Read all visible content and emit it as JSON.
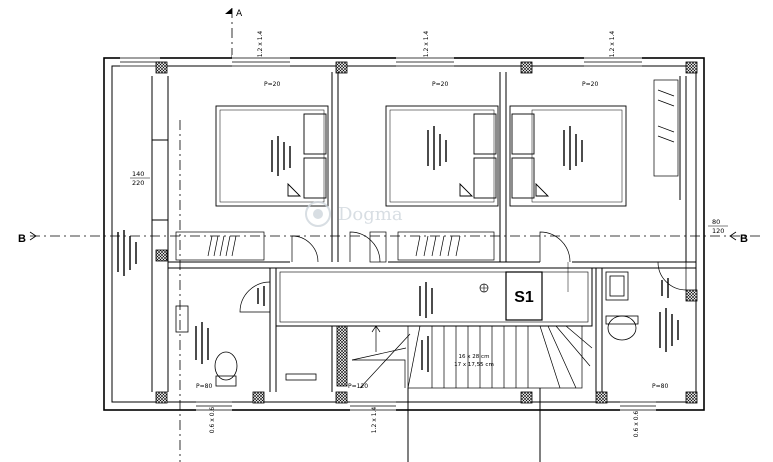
{
  "plan": {
    "section_a": "A",
    "section_b_left": "B",
    "section_b_right": "B",
    "window_top_1": "1.2 x 1.4",
    "window_top_2": "1.2 x 1.4",
    "window_top_3": "1.2 x 1.4",
    "window_bottom_1": "0.6 x 0.6",
    "window_bottom_2": "1.2 x 1.4",
    "window_bottom_3": "0.6 x 0.6",
    "parapet_1": "P=20",
    "parapet_2": "P=20",
    "parapet_3": "P=20",
    "parapet_4": "P=80",
    "parapet_5": "P=120",
    "parapet_6": "P=80",
    "dim_140": "140",
    "dim_220": "220",
    "dim_80": "80",
    "dim_120": "120",
    "room_label": "S1",
    "stairs_line_1": "16 x 28 cm",
    "stairs_line_2": "17 x 17,55 cm",
    "watermark": "Dogma"
  },
  "colors": {
    "line": "#000000",
    "watermark": "#cfd6dd",
    "pillar_hatch": "#000000"
  }
}
